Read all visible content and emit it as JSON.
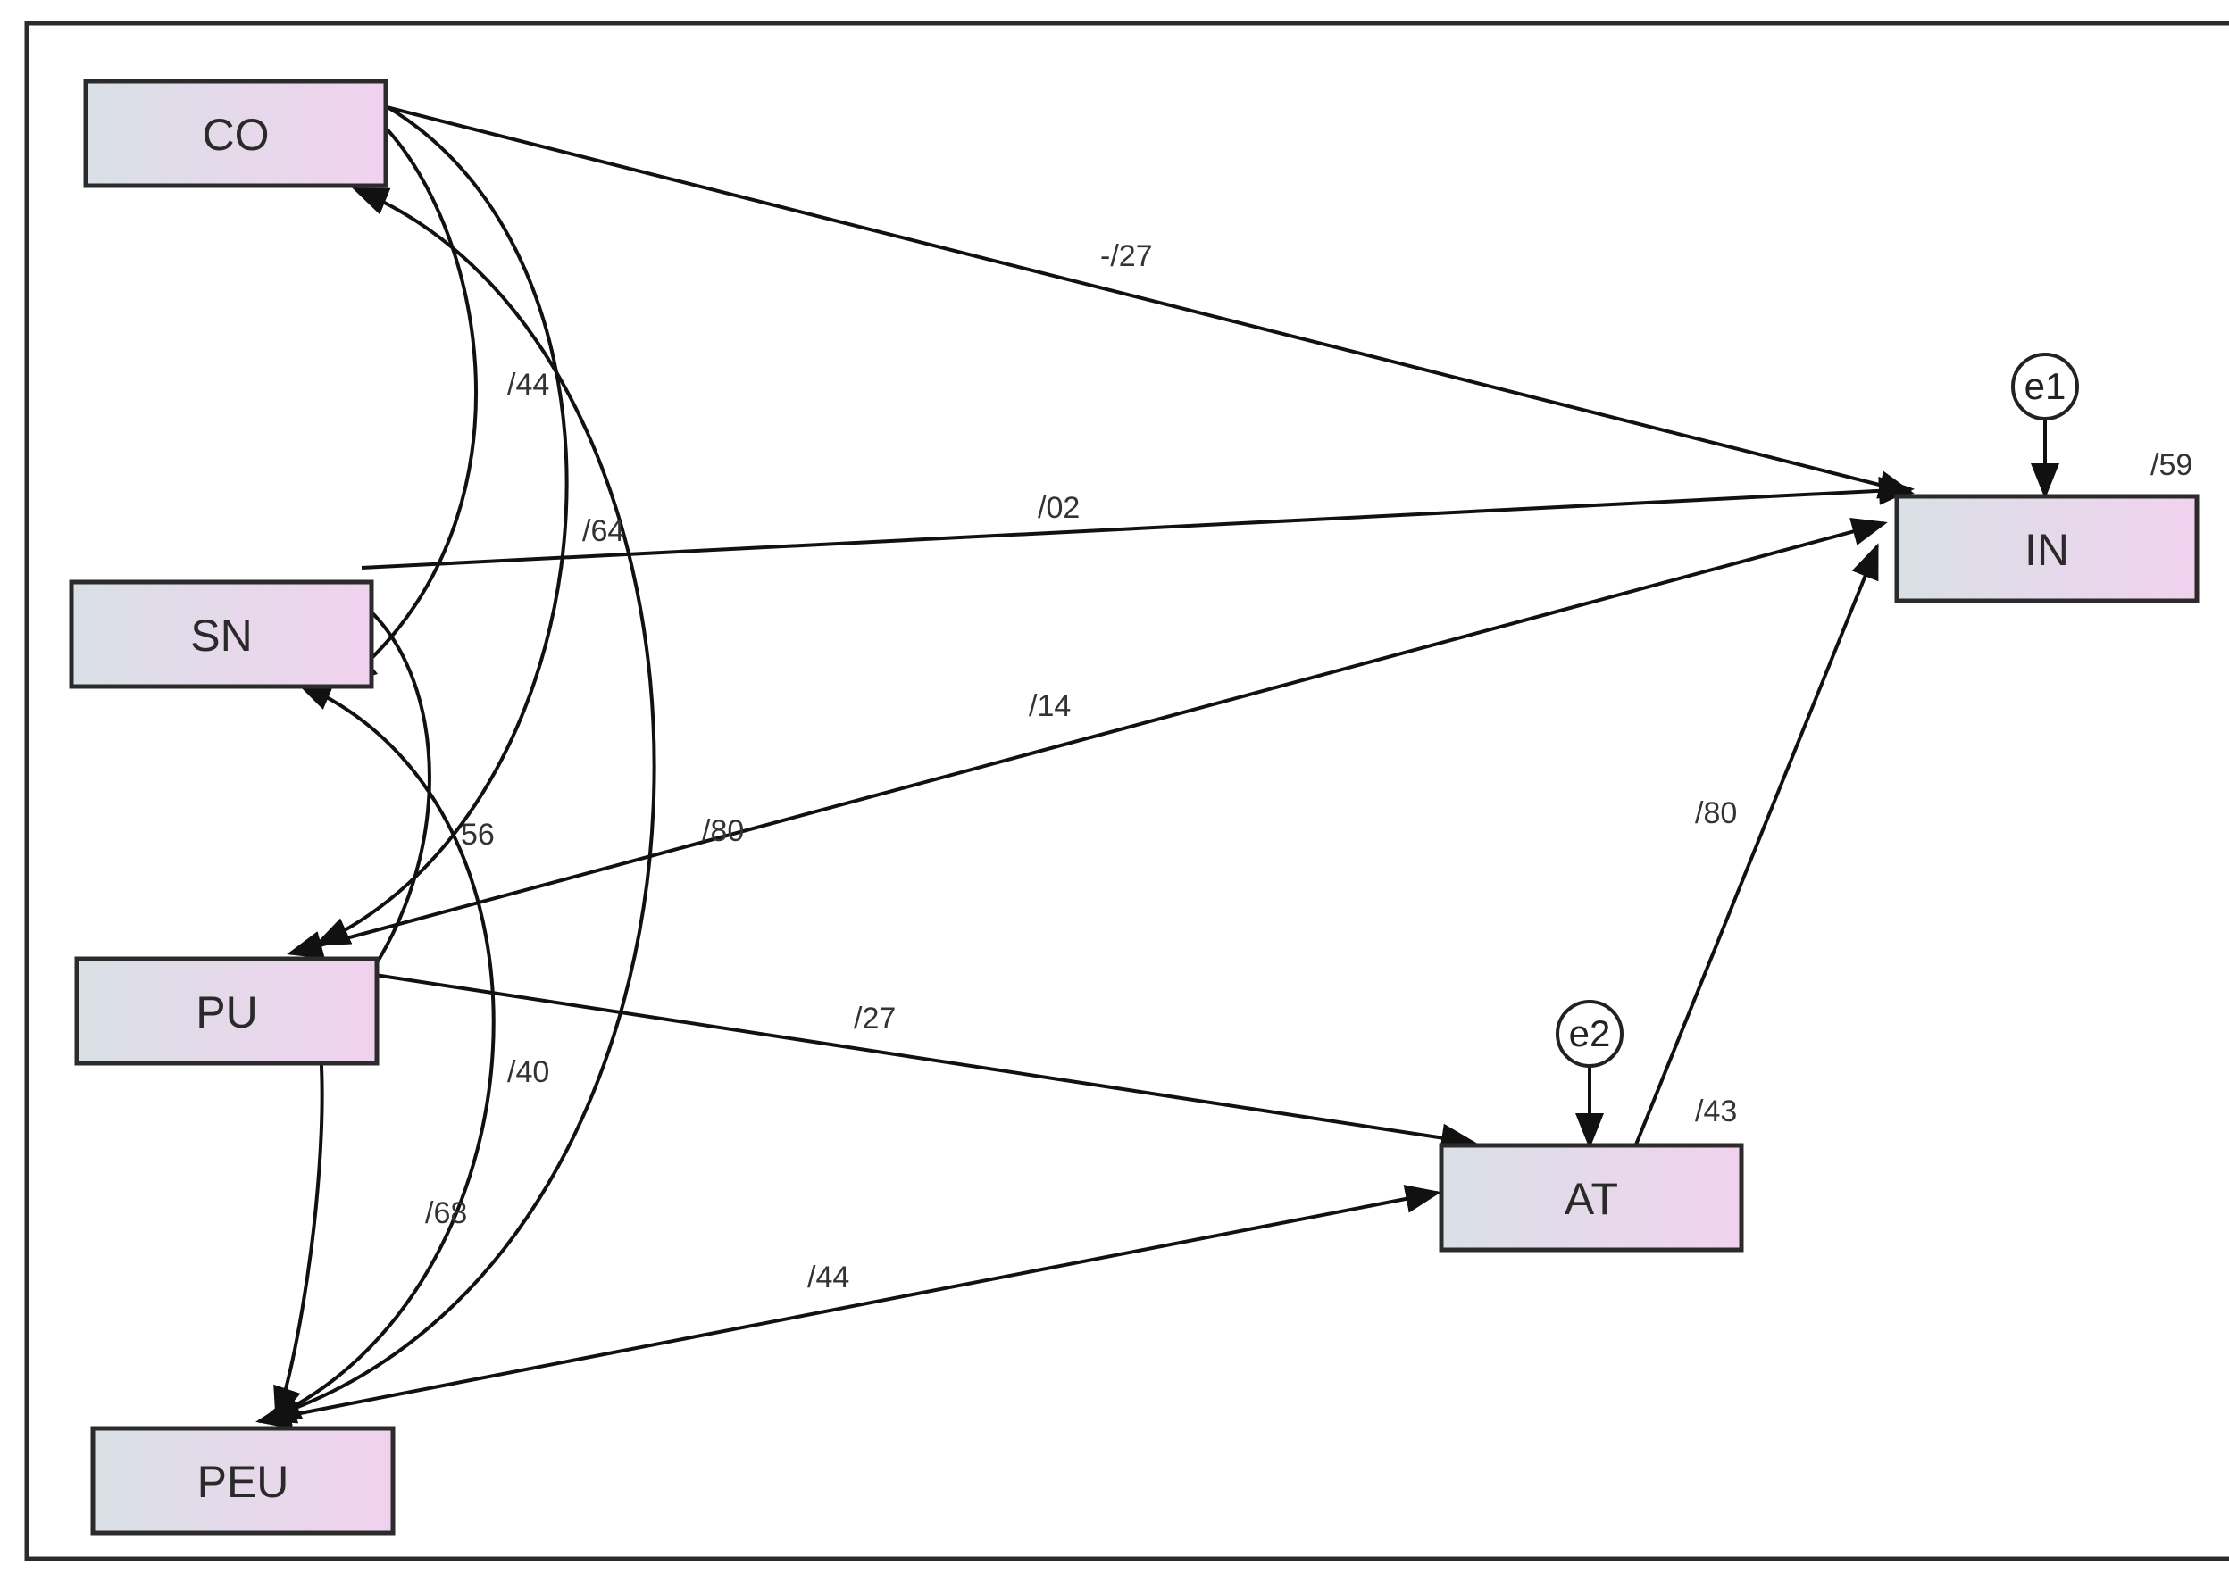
{
  "nodes": {
    "co": {
      "label": "CO"
    },
    "sn": {
      "label": "SN"
    },
    "pu": {
      "label": "PU"
    },
    "peu": {
      "label": "PEU"
    },
    "in": {
      "label": "IN",
      "r2": "/59"
    },
    "at": {
      "label": "AT",
      "r2": "/43"
    }
  },
  "errors": {
    "e1": {
      "label": "e1"
    },
    "e2": {
      "label": "e2"
    }
  },
  "paths": {
    "co_in": "-/27",
    "sn_in": "/02",
    "pu_in": "/14",
    "at_in": "/80",
    "pu_at": "/27",
    "peu_at": "/44"
  },
  "correlations": {
    "co_sn": "/44",
    "co_pu": "/64",
    "co_peu": "/80",
    "sn_pu": "56",
    "sn_peu": "/40",
    "pu_peu": "/68"
  },
  "colors": {
    "node_fill_left": "#d9e0e6",
    "node_fill_right": "#f1d2ee",
    "frame": "#2b2b2b"
  }
}
